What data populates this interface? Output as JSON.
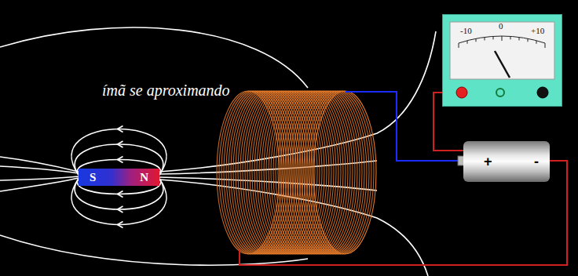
{
  "diagram": {
    "nodes": [
      {
        "text": [
          "S",
          "N"
        ]
      },
      {
        "text": [
          "-10",
          "0",
          "+10"
        ]
      },
      {
        "text": [
          "+",
          "-"
        ]
      }
    ],
    "edges": [
      {
        "from": 1,
        "to": 2,
        "arrow": "none"
      }
    ],
    "labels": [
      "ímã se aproximando"
    ]
  }
}
